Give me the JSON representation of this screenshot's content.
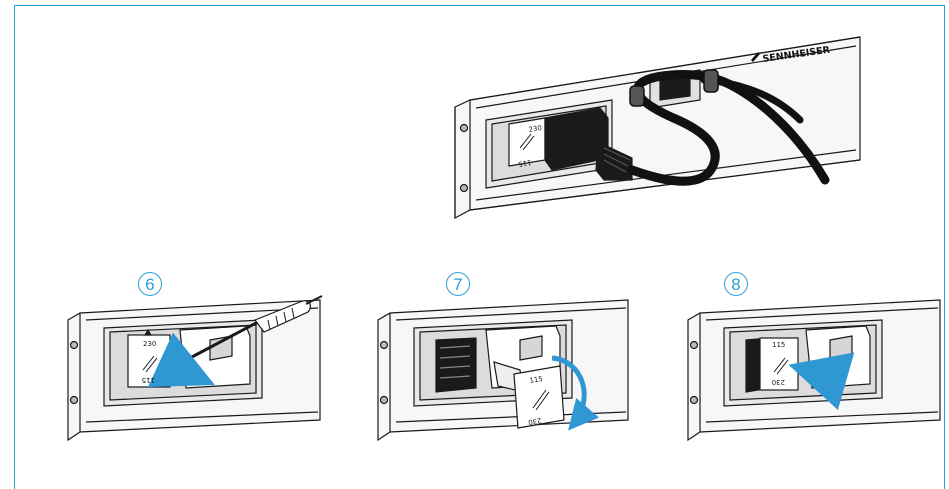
{
  "brand": {
    "name": "SENNHEISER"
  },
  "steps": [
    {
      "number": "6"
    },
    {
      "number": "7"
    },
    {
      "number": "8"
    }
  ],
  "fuse_holder": {
    "voltage_upper": "230",
    "voltage_lower": "115"
  },
  "colors": {
    "accent": "#2aa0d8",
    "arrow": "#2f97d2",
    "line": "#1a1a1a",
    "panel": "#e6e6e6"
  }
}
